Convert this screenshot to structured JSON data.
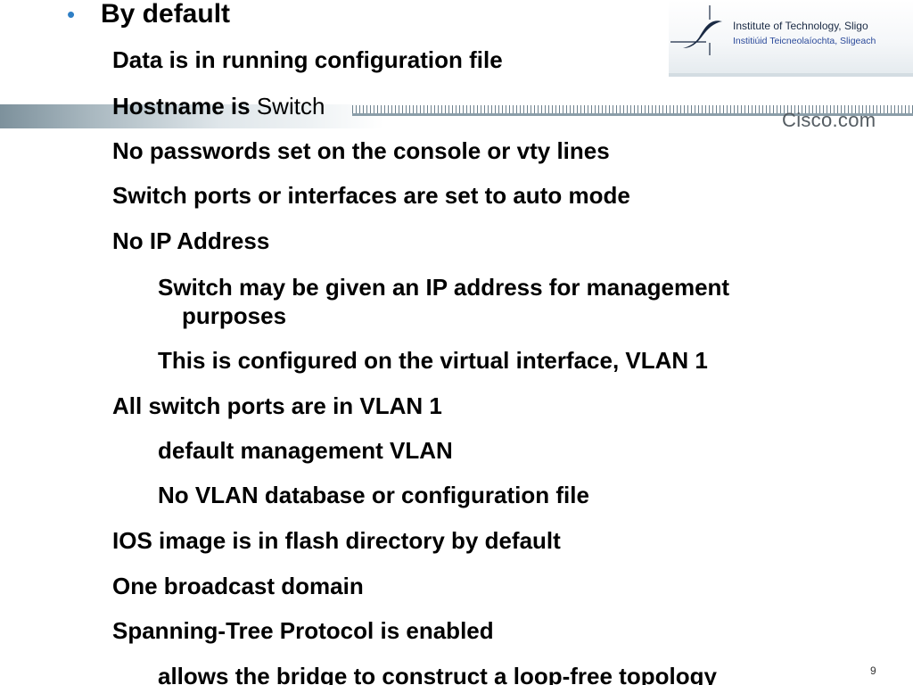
{
  "header": {
    "institute_name": "Institute of Technology, Sligo",
    "institute_name_irish": "Institiúid Teicneolaíochta, Sligeach",
    "brand": "Cisco.com"
  },
  "content": {
    "heading": "By default",
    "items": [
      "Data is in running configuration file",
      "No passwords set on the console or vty lines",
      "Switch ports or interfaces are set to auto mode",
      "No IP Address",
      "This is configured on the virtual interface, VLAN 1",
      "All switch ports are in VLAN 1",
      "default management VLAN",
      "No VLAN database or configuration file",
      "IOS image is in flash directory by default",
      "One broadcast domain",
      "Spanning-Tree Protocol is enabled",
      "allows the bridge to construct a loop-free topology"
    ],
    "hostname_label": "Hostname is",
    "hostname_value": "Switch",
    "ip_mgmt_line1": "Switch may be given an IP address for management",
    "ip_mgmt_line2": "purposes"
  },
  "footer": {
    "page_number": "9"
  },
  "colors": {
    "bullet": "#2f7fc5",
    "text": "#000000",
    "institute_blue": "#2b4a9a"
  }
}
